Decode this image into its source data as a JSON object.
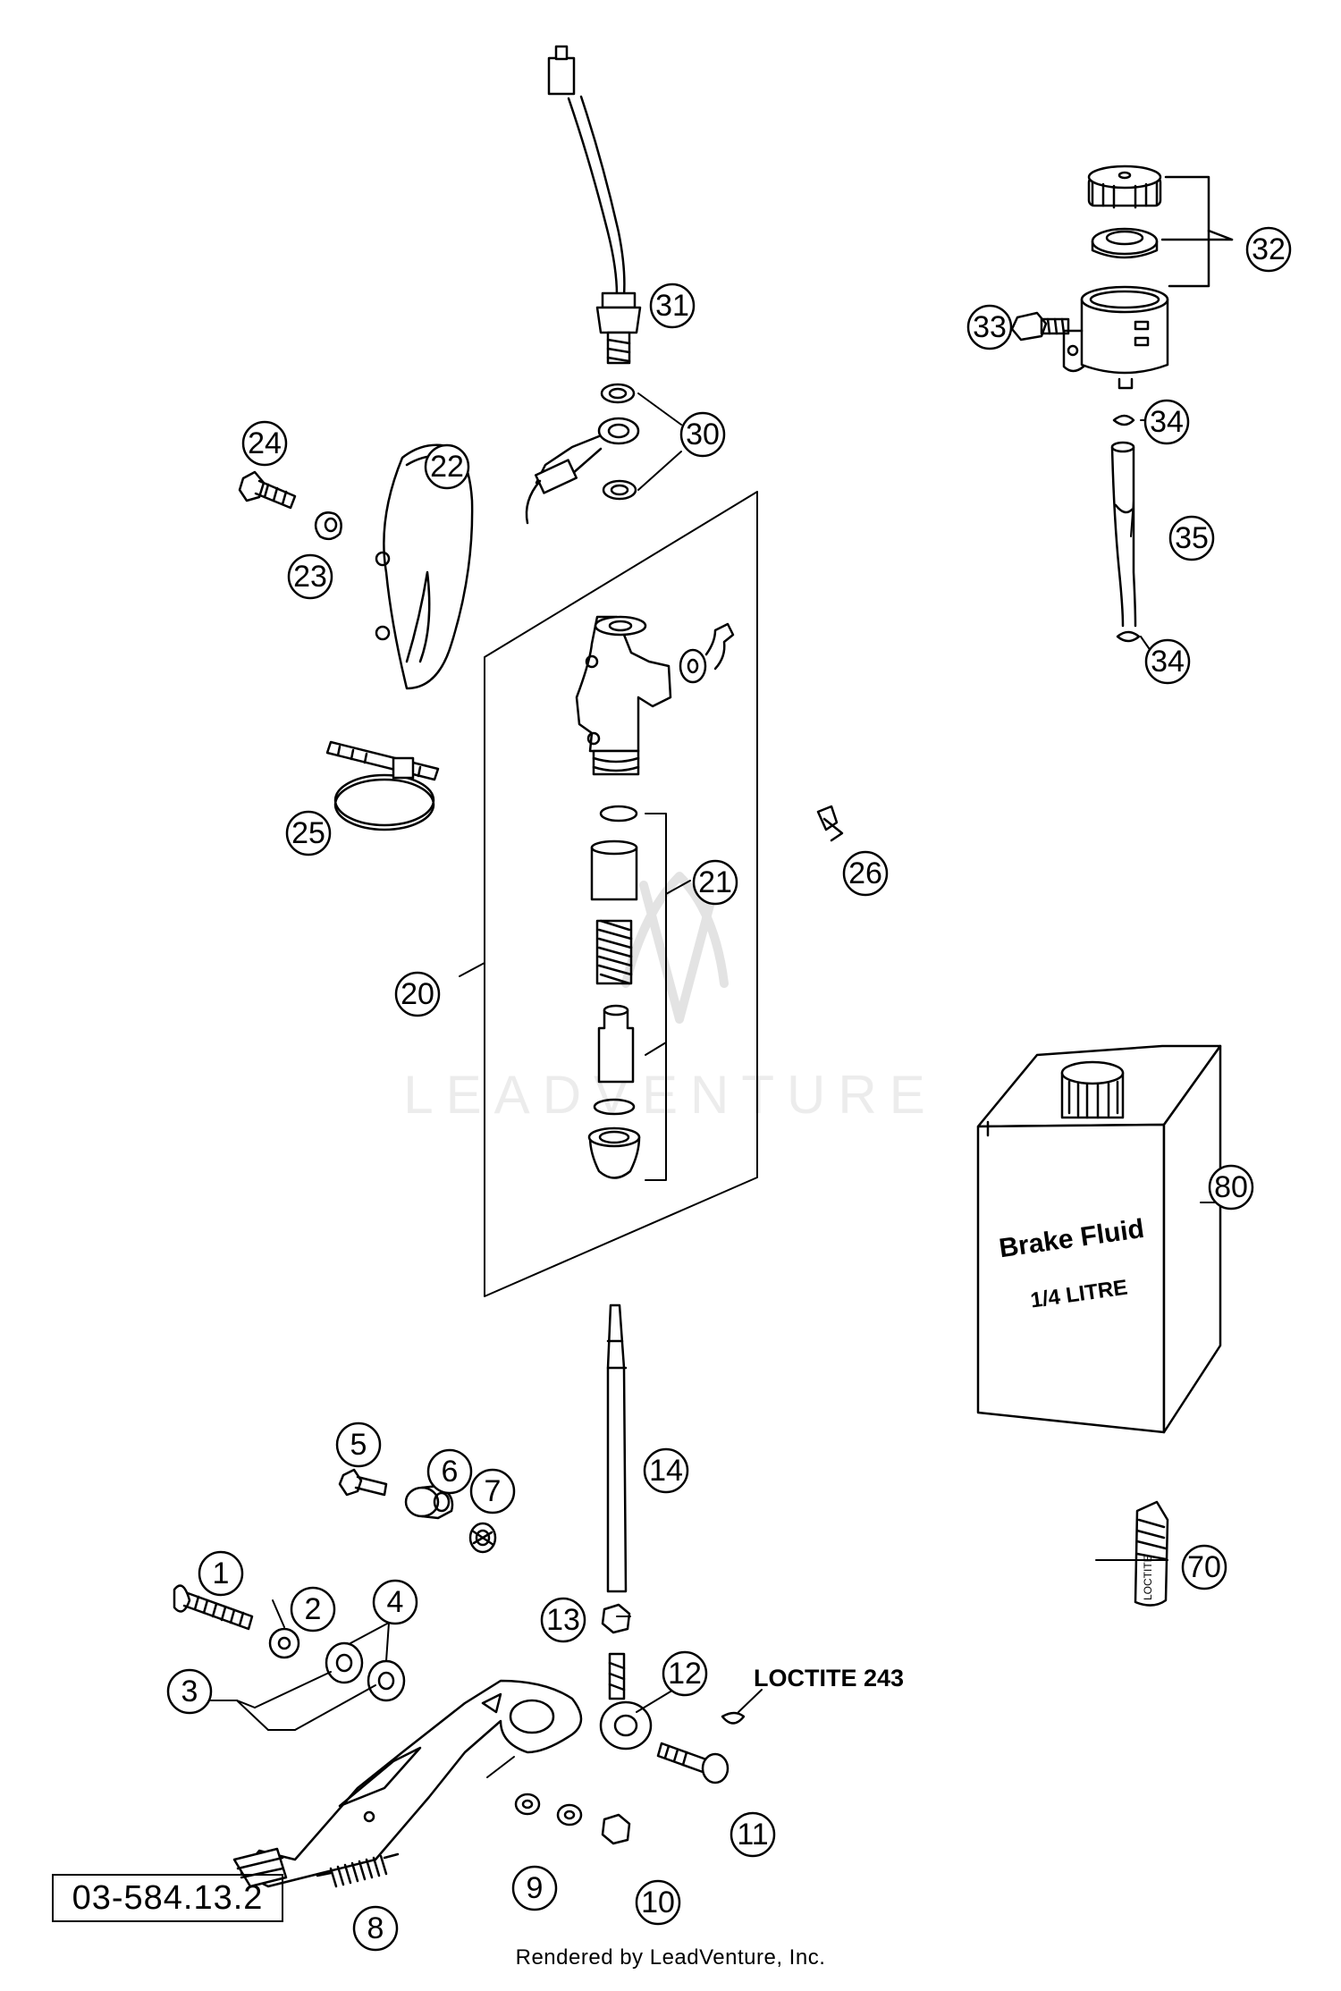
{
  "diagram": {
    "callouts": [
      {
        "id": "c1",
        "label": "1"
      },
      {
        "id": "c2",
        "label": "2"
      },
      {
        "id": "c3",
        "label": "3"
      },
      {
        "id": "c4",
        "label": "4"
      },
      {
        "id": "c5",
        "label": "5"
      },
      {
        "id": "c6",
        "label": "6"
      },
      {
        "id": "c7",
        "label": "7"
      },
      {
        "id": "c8",
        "label": "8"
      },
      {
        "id": "c9",
        "label": "9"
      },
      {
        "id": "c10",
        "label": "10"
      },
      {
        "id": "c11",
        "label": "11"
      },
      {
        "id": "c12",
        "label": "12"
      },
      {
        "id": "c13",
        "label": "13"
      },
      {
        "id": "c14",
        "label": "14"
      },
      {
        "id": "c20",
        "label": "20"
      },
      {
        "id": "c21",
        "label": "21"
      },
      {
        "id": "c22",
        "label": "22"
      },
      {
        "id": "c23",
        "label": "23"
      },
      {
        "id": "c24",
        "label": "24"
      },
      {
        "id": "c25",
        "label": "25"
      },
      {
        "id": "c26",
        "label": "26"
      },
      {
        "id": "c30",
        "label": "30"
      },
      {
        "id": "c31",
        "label": "31"
      },
      {
        "id": "c32",
        "label": "32"
      },
      {
        "id": "c33",
        "label": "33"
      },
      {
        "id": "c34a",
        "label": "34"
      },
      {
        "id": "c34b",
        "label": "34"
      },
      {
        "id": "c35",
        "label": "35"
      },
      {
        "id": "c70",
        "label": "70"
      },
      {
        "id": "c80",
        "label": "80"
      }
    ],
    "loctite_note": "LOCTITE 243",
    "bottle_label_line1": "Brake Fluid",
    "bottle_label_line2": "1/4 LITRE",
    "tube_label": "LOCTITE",
    "watermark": "LEADVENTURE",
    "drawing_number": "03-584.13.2",
    "rendered_by": "Rendered by LeadVenture, Inc."
  },
  "colors": {
    "ink": "#000000",
    "paper": "#ffffff",
    "watermark": "#e6e6e6"
  }
}
